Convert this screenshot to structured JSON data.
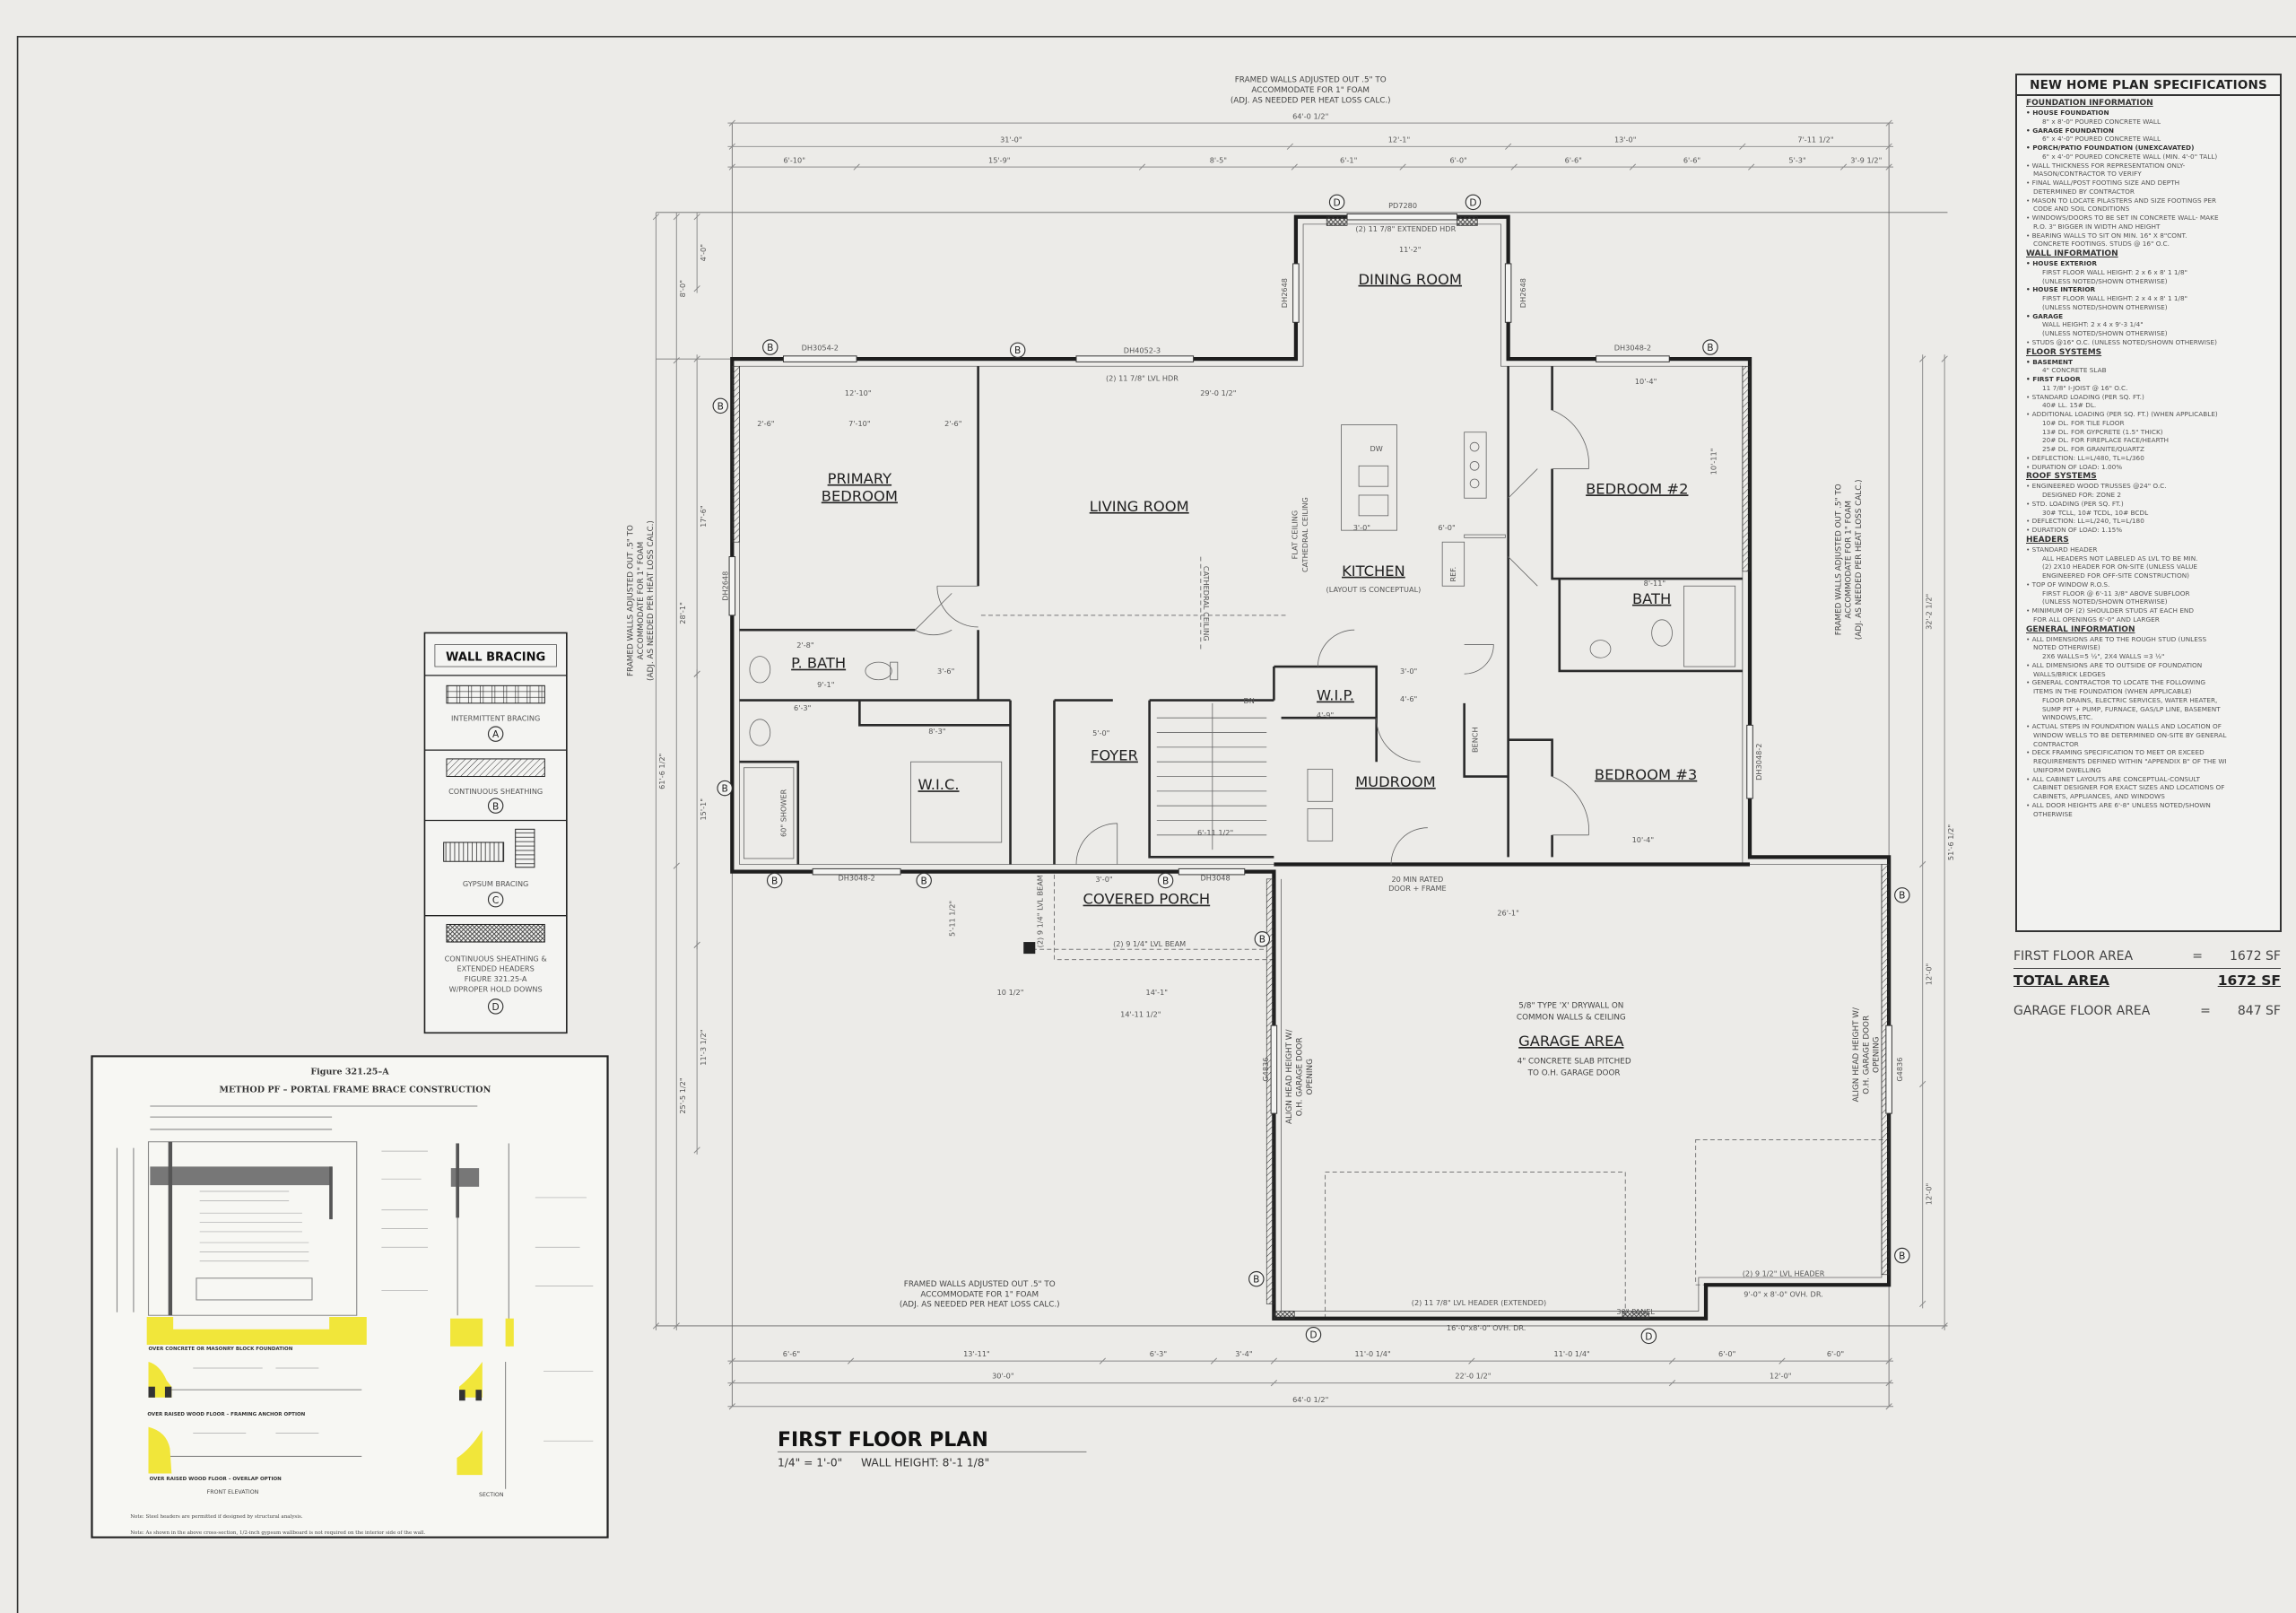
{
  "title": {
    "name": "FIRST FLOOR PLAN",
    "scale": "1/4\" = 1'-0\"",
    "wall_height": "WALL HEIGHT: 8'-1 1/8\""
  },
  "notes": {
    "framed_walls": [
      "FRAMED WALLS ADJUSTED OUT .5\" TO",
      "ACCOMMODATE FOR 1\" FOAM",
      "(ADJ. AS NEEDED PER HEAT LOSS CALC.)"
    ]
  },
  "rooms": {
    "primary_bedroom": [
      "PRIMARY",
      "BEDROOM"
    ],
    "living_room": "LIVING ROOM",
    "dining_room": "DINING ROOM",
    "kitchen": "KITCHEN",
    "kitchen_note": "(LAYOUT IS CONCEPTUAL)",
    "bedroom2": "BEDROOM #2",
    "bath": "BATH",
    "p_bath": "P. BATH",
    "wic": "W.I.C.",
    "foyer": "FOYER",
    "wip": "W.I.P.",
    "mudroom": "MUDROOM",
    "bedroom3": "BEDROOM #3",
    "covered_porch": "COVERED PORCH",
    "garage_area": "GARAGE AREA",
    "garage_drywall": [
      "5/8\" TYPE 'X' DRYWALL ON",
      "COMMON WALLS & CEILING"
    ],
    "garage_slab": [
      "4\" CONCRETE SLAB PITCHED",
      "TO O.H. GARAGE DOOR"
    ]
  },
  "fixtures": {
    "dw": "DW",
    "ref": "REF.",
    "bench": "BENCH",
    "dn": "DN",
    "shower": "60\" SHOWER",
    "flat_ceiling": "FLAT CEILING",
    "cathedral_ceiling": "CATHEDRAL CEILING",
    "cathedral_ceiling_2": "CATHEDRAL CEILING"
  },
  "windows": {
    "top1": "DH3054-2",
    "top2": "DH4052-3",
    "top3": "DH3048-2",
    "bottom1": "DH3048-2",
    "bottom2": "DH3048",
    "patio": "PD7280",
    "dining_left": "DH2648",
    "dining_right": "DH2648",
    "left": "DH2648",
    "right": "DH3048-2",
    "garage_left": "G4836",
    "garage_right": "G4836"
  },
  "headers": {
    "dining": "(2) 11 7/8\" EXTENDED HDR",
    "living": "(2) 11 7/8\" LVL HDR",
    "porch_beam": "(2) 9 1/4\" LVL BEAM",
    "porch_beam_v": "(2) 9 1/4\" LVL BEAM",
    "garage_main": "(2) 11 7/8\" LVL HEADER (EXTENDED)",
    "garage_main_door": "16'-0\"x8'-0\" OVH. DR.",
    "panel": "30\" PANEL",
    "garage_side": "(2) 9 1/2\" LVL HEADER",
    "garage_side_door": "9'-0\" x 8'-0\" OVH. DR.",
    "rated_door": [
      "20 MIN RATED",
      "DOOR + FRAME"
    ],
    "align_head": [
      "ALIGN HEAD HEIGHT W/",
      "O.H. GARAGE DOOR",
      "OPENING"
    ]
  },
  "room_dims": {
    "d1": "12'-10\"",
    "d2": "29'-0 1/2\"",
    "d3": "10'-4\"",
    "d4": "10'-11\"",
    "d5": "8'-11\"",
    "d6": "10'-4\"",
    "d7": "6'-11 1/2\"",
    "d8": "5'-0\"",
    "d9": "8'-3\"",
    "d10": "3'-6\"",
    "d11": "2'-8\"",
    "d12": "9'-1\"",
    "d13": "6'-3\"",
    "d14": "3'-0\"",
    "d15": "4'-6\"",
    "d16": "4'-9\"",
    "d17": "3'-0\"",
    "d18": "6'-0\"",
    "d19": "26'-1\"",
    "d20": "14'-1\"",
    "d21": "14'-11 1/2\"",
    "d22": "10 1/2\"",
    "d23": "5'-11 1/2\"",
    "d24": "11'-2\"",
    "d25": "7'-10\"",
    "d26": "3'-0\"",
    "d27": "2'-6\"",
    "d28": "2'-6\""
  },
  "dimensions": {
    "top": [
      [
        "64'-0 1/2\""
      ],
      [
        "31'-0\"",
        "12'-1\"",
        "13'-0\"",
        "7'-11 1/2\""
      ],
      [
        "6'-10\"",
        "15'-9\"",
        "8'-5\"",
        "6'-1\"",
        "6'-0\"",
        "6'-6\"",
        "6'-6\"",
        "5'-3\"",
        "3'-9 1/2\""
      ]
    ],
    "bottom": [
      [
        "6'-6\"",
        "13'-11\"",
        "6'-3\"",
        "3'-4\"",
        "11'-0 1/4\"",
        "11'-0 1/4\"",
        "6'-0\"",
        "6'-0\""
      ],
      [
        "30'-0\"",
        "22'-0 1/2\"",
        "12'-0\""
      ],
      [
        "64'-0 1/2\""
      ]
    ],
    "left": [
      [
        "61'-6 1/2\""
      ],
      [
        "8'-0\"",
        "28'-1\"",
        "25'-5 1/2\""
      ],
      [
        "4'-0\"",
        "17'-6\"",
        "15'-1\"",
        "11'-3 1/2\""
      ]
    ],
    "right": [
      [
        "32'-2 1/2\"",
        "12'-0\"",
        "12'-0\""
      ],
      [
        "51'-6 1/2\""
      ]
    ]
  },
  "bracing_marks": {
    "b": "B",
    "d": "D"
  },
  "wall_bracing": {
    "title": "WALL BRACING",
    "items": [
      {
        "label": [
          "INTERMITTENT BRACING"
        ],
        "mark": "A"
      },
      {
        "label": [
          "CONTINUOUS SHEATHING"
        ],
        "mark": "B"
      },
      {
        "label": [
          "GYPSUM BRACING"
        ],
        "mark": "C"
      },
      {
        "label": [
          "CONTINUOUS SHEATHING &",
          "EXTENDED HEADERS",
          "FIGURE 321.25-A",
          "W/PROPER HOLD DOWNS"
        ],
        "mark": "D"
      }
    ]
  },
  "figure": {
    "title": "Figure 321.25–A",
    "subtitle": "METHOD PF – PORTAL FRAME BRACE CONSTRUCTION",
    "row1": "OVER CONCRETE OR MASONRY BLOCK FOUNDATION",
    "row2": "OVER RAISED WOOD FLOOR – FRAMING ANCHOR OPTION",
    "row3": "OVER RAISED WOOD FLOOR – OVERLAP OPTION",
    "front": "FRONT ELEVATION",
    "section": "SECTION",
    "note1": "Note: Steel headers are permitted if designed by structural analysis.",
    "note2": "Note: As shown in the above cross-section, 1/2-inch gypsum wallboard is not required on the interior side of the wall.",
    "highlight_color": "#f1e63a"
  },
  "specs": {
    "title": "NEW HOME PLAN SPECIFICATIONS",
    "sections": [
      {
        "title": "FOUNDATION INFORMATION",
        "items": [
          {
            "head": "HOUSE FOUNDATION",
            "sub": [
              "8\" x 8'-0\" POURED CONCRETE WALL"
            ]
          },
          {
            "head": "GARAGE FOUNDATION",
            "sub": [
              "6\" x 4'-0\" POURED CONCRETE WALL"
            ]
          },
          {
            "head": "PORCH/PATIO FOUNDATION (UNEXCAVATED)",
            "sub": [
              "6\" x 4'-0\" POURED CONCRETE WALL (MIN. 4'-0\" TALL)"
            ]
          },
          {
            "text": [
              "WALL THICKNESS FOR REPRESENTATION ONLY-",
              "MASON/CONTRACTOR TO VERIFY"
            ]
          },
          {
            "text": [
              "FINAL WALL/POST FOOTING SIZE AND DEPTH",
              "DETERMINED BY CONTRACTOR"
            ]
          },
          {
            "text": [
              "MASON TO LOCATE PILASTERS AND SIZE FOOTINGS PER",
              "CODE AND SOIL CONDITIONS"
            ]
          },
          {
            "text": [
              "WINDOWS/DOORS TO BE SET IN CONCRETE WALL- MAKE",
              "R.O. 3\" BIGGER IN WIDTH AND HEIGHT"
            ]
          },
          {
            "text": [
              "BEARING WALLS TO SIT ON MIN. 16\" X 8\"CONT.",
              "CONCRETE FOOTINGS. STUDS @ 16\" O.C."
            ]
          }
        ]
      },
      {
        "title": "WALL INFORMATION",
        "items": [
          {
            "head": "HOUSE EXTERIOR",
            "sub": [
              "FIRST FLOOR WALL HEIGHT: 2 x 6 x 8' 1 1/8\"",
              "(UNLESS NOTED/SHOWN OTHERWISE)"
            ]
          },
          {
            "head": "HOUSE INTERIOR",
            "sub": [
              "FIRST FLOOR WALL HEIGHT: 2 x 4 x 8' 1 1/8\"",
              "(UNLESS NOTED/SHOWN OTHERWISE)"
            ]
          },
          {
            "head": "GARAGE",
            "sub": [
              "WALL HEIGHT: 2 x 4 x 9'-3 1/4\"",
              "(UNLESS NOTED/SHOWN OTHERWISE)"
            ]
          },
          {
            "text": [
              "STUDS @16\" O.C. (UNLESS NOTED/SHOWN OTHERWISE)"
            ]
          }
        ]
      },
      {
        "title": "FLOOR SYSTEMS",
        "items": [
          {
            "head": "BASEMENT",
            "sub": [
              "4\" CONCRETE SLAB"
            ]
          },
          {
            "head": "FIRST FLOOR",
            "sub": [
              "11 7/8\" I-JOIST @ 16\" O.C."
            ]
          },
          {
            "text": [
              "STANDARD LOADING (PER SQ. FT.)"
            ],
            "sub": [
              "40# LL. 15# DL."
            ]
          },
          {
            "text": [
              "ADDITIONAL LOADING (PER SQ. FT.) (WHEN APPLICABLE)"
            ],
            "sub": [
              "10# DL. FOR TILE FLOOR",
              "13# DL. FOR GYPCRETE (1.5\" THICK)",
              "20# DL. FOR FIREPLACE FACE/HEARTH",
              "25# DL. FOR GRANITE/QUARTZ"
            ]
          },
          {
            "text": [
              "DEFLECTION: LL=L/480, TL=L/360"
            ]
          },
          {
            "text": [
              "DURATION OF LOAD: 1.00%"
            ]
          }
        ]
      },
      {
        "title": "ROOF SYSTEMS",
        "items": [
          {
            "text": [
              "ENGINEERED WOOD TRUSSES @24\" O.C."
            ],
            "sub": [
              "DESIGNED FOR: ZONE 2"
            ]
          },
          {
            "text": [
              "STD. LOADING (PER SQ. FT.)"
            ],
            "sub": [
              "30# TCLL, 10# TCDL, 10# BCDL"
            ]
          },
          {
            "text": [
              "DEFLECTION: LL=L/240, TL=L/180"
            ]
          },
          {
            "text": [
              "DURATION OF LOAD: 1.15%"
            ]
          }
        ]
      },
      {
        "title": "HEADERS",
        "items": [
          {
            "text": [
              "STANDARD HEADER"
            ],
            "sub": [
              "ALL HEADERS NOT LABELED AS LVL TO BE MIN.",
              "(2) 2X10 HEADER FOR ON-SITE (UNLESS VALUE",
              "ENGINEERED FOR OFF-SITE CONSTRUCTION)"
            ]
          },
          {
            "text": [
              "TOP OF WINDOW R.O.S."
            ],
            "sub": [
              "FIRST FLOOR @ 6'-11 3/8\" ABOVE SUBFLOOR",
              "(UNLESS NOTED/SHOWN OTHERWISE)"
            ]
          },
          {
            "text": [
              "MINIMUM OF (2) SHOULDER STUDS AT EACH END",
              "FOR ALL OPENINGS 6'-0\" AND LARGER"
            ]
          }
        ]
      },
      {
        "title": "GENERAL INFORMATION",
        "items": [
          {
            "text": [
              "ALL DIMENSIONS ARE TO THE ROUGH STUD (UNLESS",
              "NOTED OTHERWISE)"
            ],
            "sub": [
              "2X6 WALLS=5 ½\", 2X4 WALLS =3 ½\""
            ]
          },
          {
            "text": [
              "ALL DIMENSIONS ARE TO OUTSIDE OF FOUNDATION",
              "WALLS/BRICK LEDGES"
            ]
          },
          {
            "text": [
              "GENERAL CONTRACTOR TO LOCATE THE FOLLOWING",
              "ITEMS IN THE FOUNDATION (WHEN APPLICABLE)"
            ],
            "sub": [
              "FLOOR DRAINS, ELECTRIC SERVICES, WATER HEATER,",
              "SUMP PIT + PUMP, FURNACE, GAS/LP LINE, BASEMENT",
              "WINDOWS,ETC."
            ]
          },
          {
            "text": [
              "ACTUAL STEPS IN FOUNDATION WALLS AND LOCATION OF",
              "WINDOW WELLS TO BE DETERMINED ON-SITE BY GENERAL",
              "CONTRACTOR"
            ]
          },
          {
            "text": [
              "DECK FRAMING SPECIFICATION TO MEET OR EXCEED",
              "REQUIREMENTS DEFINED WITHIN \"APPENDIX B\" OF THE WI",
              "UNIFORM DWELLING"
            ]
          },
          {
            "text": [
              "ALL CABINET LAYOUTS ARE CONCEPTUAL-CONSULT",
              "CABINET DESIGNER FOR EXACT SIZES AND LOCATIONS OF",
              "CABINETS, APPLIANCES, AND WINDOWS"
            ]
          },
          {
            "text": [
              "ALL DOOR HEIGHTS ARE 6'-8\" UNLESS NOTED/SHOWN",
              "OTHERWISE"
            ]
          }
        ]
      }
    ]
  },
  "areas": {
    "first_floor_label": "FIRST FLOOR AREA",
    "first_floor_value": "1672 SF",
    "total_label": "TOTAL AREA",
    "total_value": "1672 SF",
    "garage_label": "GARAGE FLOOR AREA",
    "garage_value": "847 SF",
    "eq": "="
  }
}
